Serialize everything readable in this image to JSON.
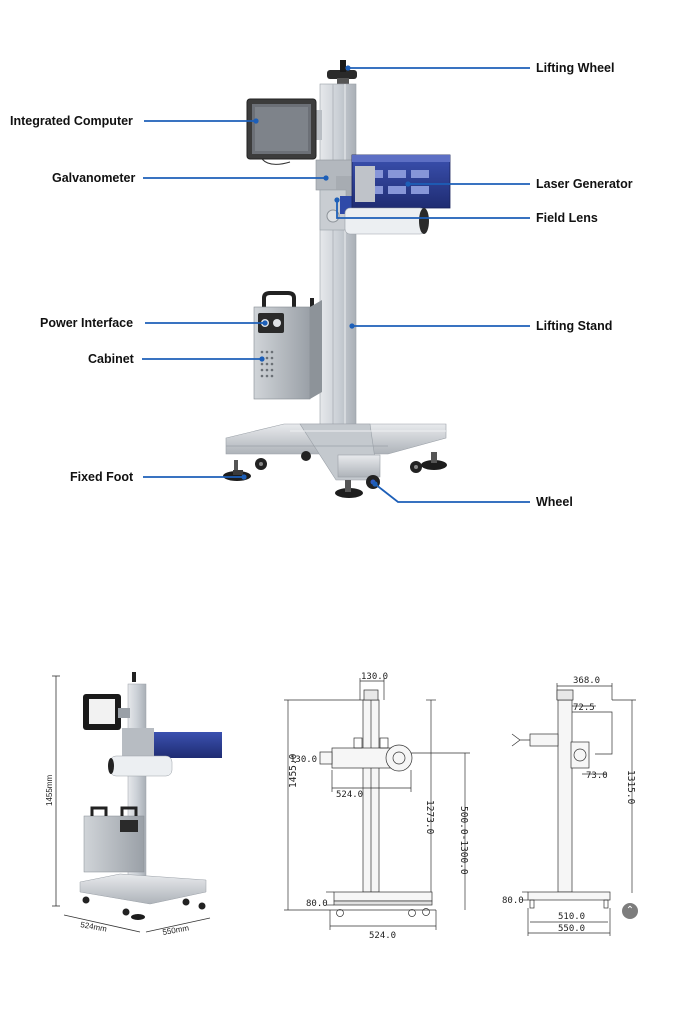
{
  "labels": {
    "lifting_wheel": "Lifting Wheel",
    "integrated_computer": "Integrated Computer",
    "galvanometer": "Galvanometer",
    "laser_generator": "Laser Generator",
    "field_lens": "Field Lens",
    "power_interface": "Power Interface",
    "lifting_stand": "Lifting Stand",
    "cabinet": "Cabinet",
    "fixed_foot": "Fixed Foot",
    "wheel": "Wheel"
  },
  "photo_dims": {
    "height": "1455mm",
    "depth": "524mm",
    "width": "550mm"
  },
  "front_view": {
    "top_width": "130.0",
    "head_offset": "130.0",
    "arm_length": "524.0",
    "total_height": "1455.0",
    "head_height": "1273.0",
    "lift_range": "500.0-1300.0",
    "base_height": "80.0",
    "base_width": "524.0"
  },
  "side_view": {
    "top_depth": "368.0",
    "offset_a": "72.5",
    "offset_b": "73.0",
    "height": "1315.0",
    "base_height": "80.0",
    "inner_width": "510.0",
    "outer_width": "550.0"
  },
  "colors": {
    "leader": "#1d5fb8",
    "aluminum": "#cfd3d8",
    "laser_blue": "#2a3d8f",
    "cabinet": "#b9bec4"
  },
  "icons": {
    "scroll_top": "chevron-up-icon"
  }
}
